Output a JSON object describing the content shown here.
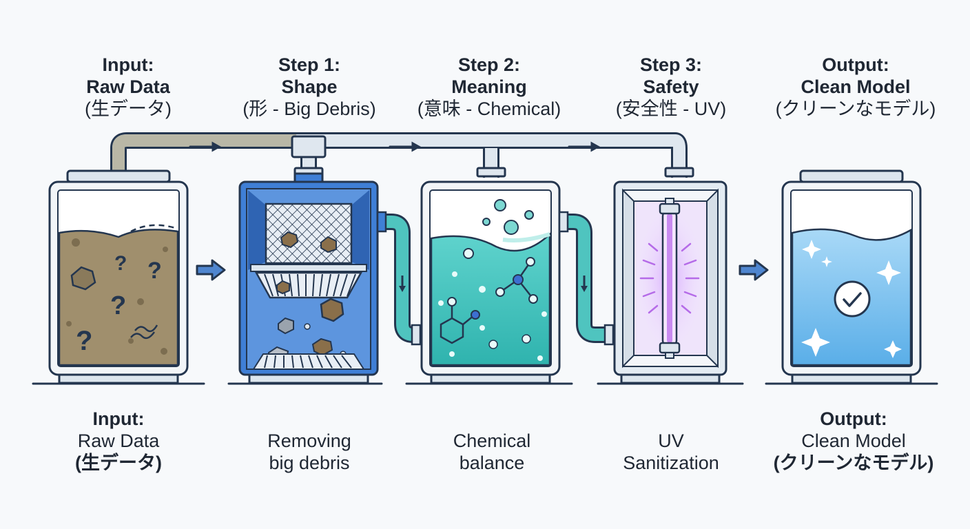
{
  "stages": [
    {
      "top": [
        "Input:",
        "Raw Data",
        "(生データ)"
      ],
      "bottom": [
        "Input:",
        "Raw Data",
        "(生データ)"
      ]
    },
    {
      "top": [
        "Step 1:",
        "Shape",
        "(形 - Big Debris)"
      ],
      "bottom": [
        "",
        "Removing",
        "big debris"
      ]
    },
    {
      "top": [
        "Step 2:",
        "Meaning",
        "(意味 - Chemical)"
      ],
      "bottom": [
        "",
        "Chemical",
        "balance"
      ]
    },
    {
      "top": [
        "Step 3:",
        "Safety",
        "(安全性 - UV)"
      ],
      "bottom": [
        "",
        "UV",
        "Sanitization"
      ]
    },
    {
      "top": [
        "Output:",
        "Clean Model",
        "(クリーンなモデル)"
      ],
      "bottom": [
        "Output:",
        "Clean Model",
        "(クリーンなモデル)"
      ]
    }
  ],
  "colors": {
    "outline": "#24364f",
    "frame": "#dde6ee",
    "pipe": "#c9d5df",
    "raw": "#a08f6d",
    "filter": "#3f7fd6",
    "chemical": "#3fc2be",
    "uv": "#b56be8",
    "clean": "#7cc3f0"
  }
}
